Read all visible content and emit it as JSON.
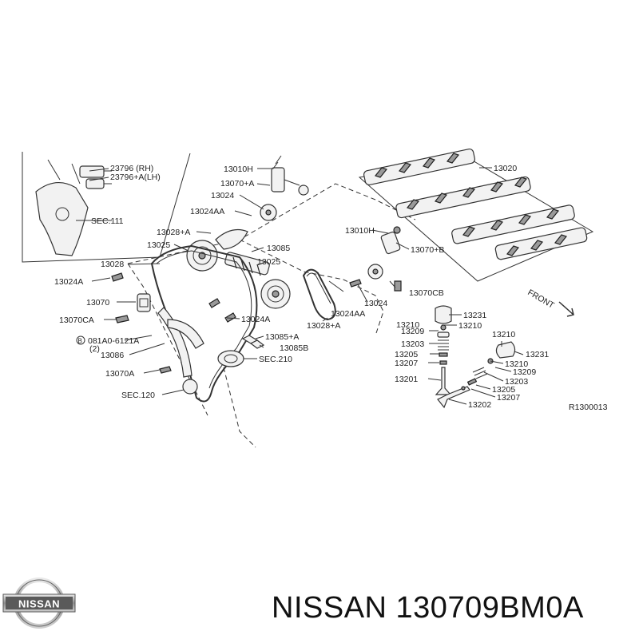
{
  "diagram": {
    "labels": {
      "l23796_rh": "23796  (RH)",
      "l23796_lh": "23796+A(LH)",
      "sec111": "SEC.111",
      "l13010h_a": "13010H",
      "l13070a": "13070+A",
      "l13024": "13024",
      "l13024aa": "13024AA",
      "l13028a": "13028+A",
      "l13025": "13025",
      "l13028": "13028",
      "l13024a_left": "13024A",
      "l13070": "13070",
      "l13070ca": "13070CA",
      "bolt_line1": "081A0-6121A",
      "bolt_line2": "(2)",
      "l13086": "13086",
      "l13070a_low": "13070A",
      "sec120": "SEC.120",
      "l13085": "13085",
      "l13025_mid": "13025",
      "l13024a_mid": "13024A",
      "l13085a": "13085+A",
      "l13085b": "13085B",
      "sec210": "SEC.210",
      "l13028a_low": "13028+A",
      "l13024aa_right": "13024AA",
      "l13024_right": "13024",
      "l13070cb": "13070CB",
      "l13010h_b": "13010H",
      "l13070b": "13070+B",
      "l13020": "13020",
      "front": "FRONT",
      "l13231_a": "13231",
      "l13210_a": "13210",
      "l13210_b": "13210",
      "l13209_a": "13209",
      "l13203_a": "13203",
      "l13205_a": "13205",
      "l13207_a": "13207",
      "l13201": "13201",
      "l13210_c": "13210",
      "l13231_b": "13231",
      "l13210_d": "13210",
      "l13209_b": "13209",
      "l13203_b": "13203",
      "l13205_b": "13205",
      "l13207_b": "13207",
      "l13202": "13202",
      "ref_code": "R1300013"
    }
  },
  "brand": {
    "logo_text": "NISSAN"
  },
  "footer": {
    "title": "NISSAN 130709BM0A"
  }
}
